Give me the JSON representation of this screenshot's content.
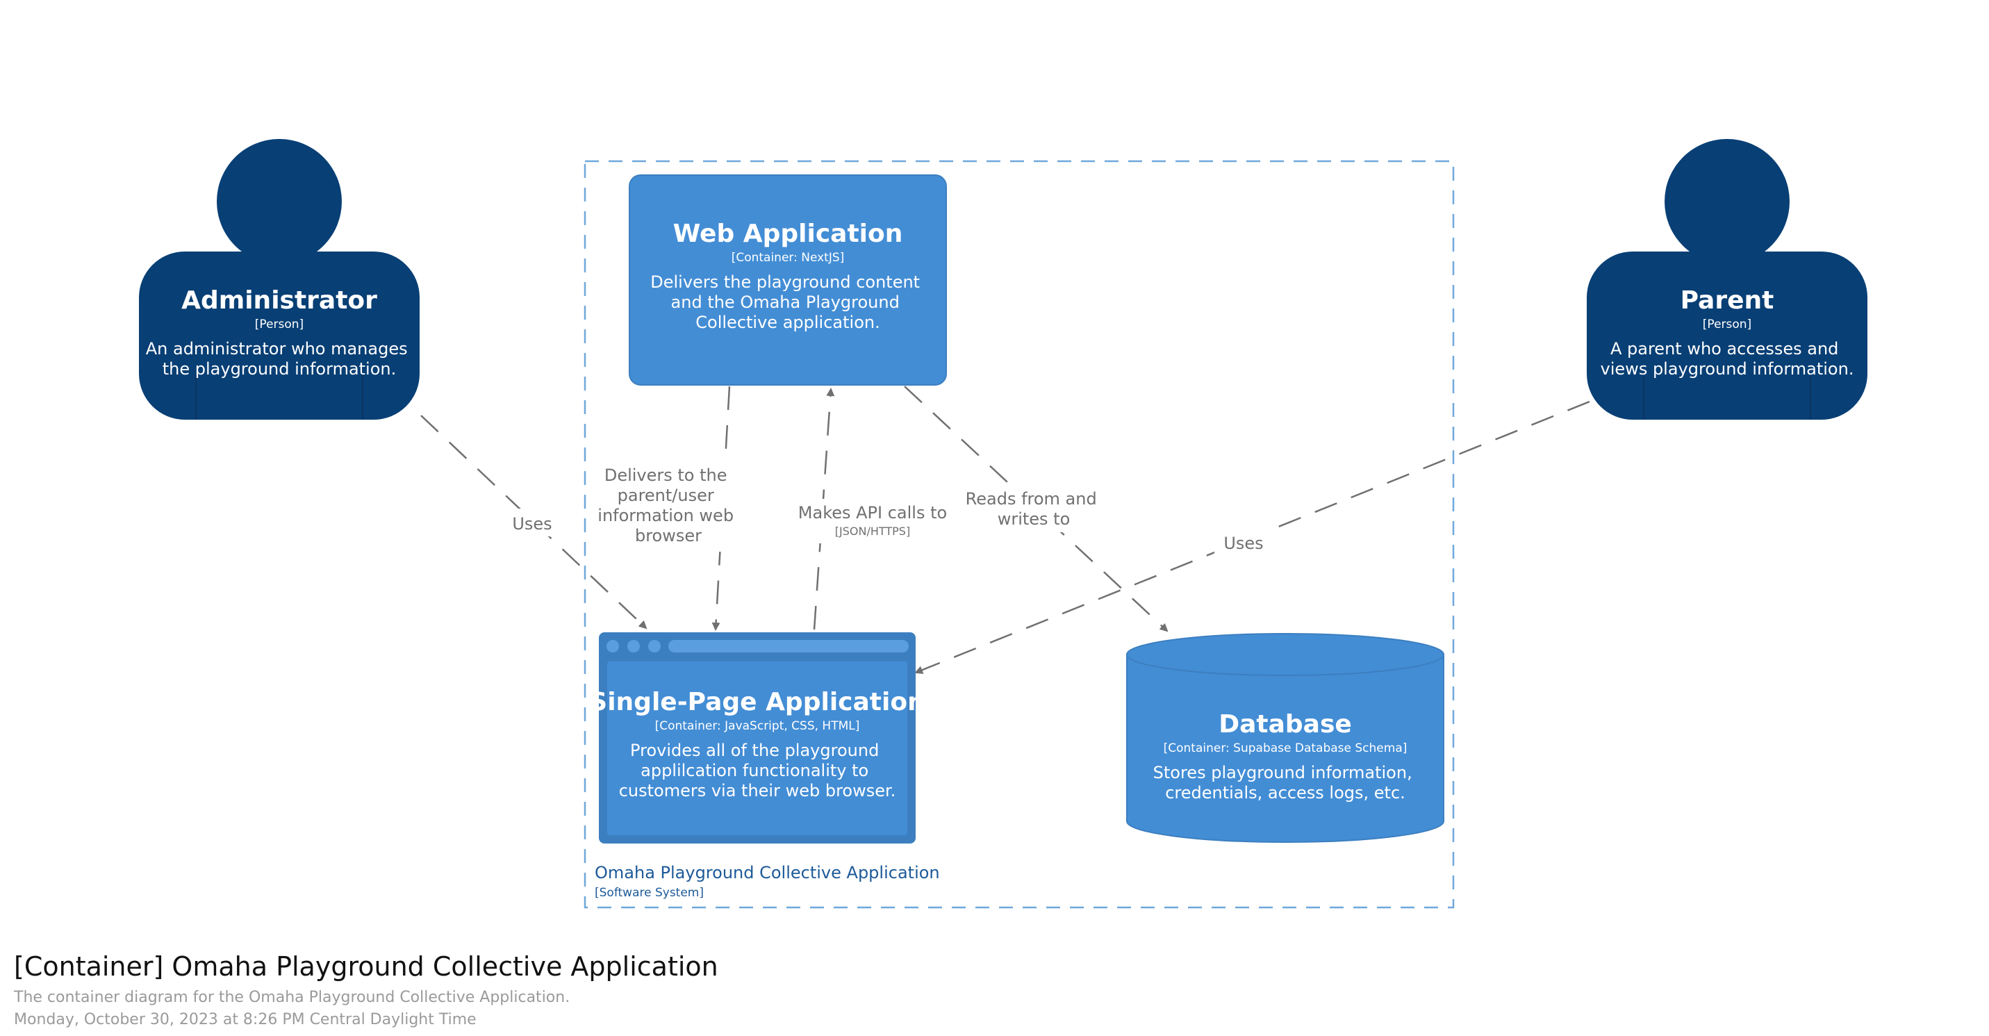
{
  "boundary": {
    "name": "Omaha Playground Collective Application",
    "type": "[Software System]"
  },
  "persons": {
    "administrator": {
      "name": "Administrator",
      "type": "[Person]",
      "desc": [
        "An administrator who manages",
        "the playground information."
      ]
    },
    "parent": {
      "name": "Parent",
      "type": "[Person]",
      "desc": [
        "A parent who accesses and",
        "views playground information."
      ]
    }
  },
  "containers": {
    "web_app": {
      "name": "Web Application",
      "type": "[Container: NextJS]",
      "desc": [
        "Delivers the playground content",
        "and the Omaha Playground",
        "Collective application."
      ]
    },
    "spa": {
      "name": "Single-Page Application",
      "type": "[Container: JavaScript, CSS, HTML]",
      "desc": [
        "Provides all of the playground",
        "applilcation functionality to",
        "customers via their web browser."
      ]
    },
    "database": {
      "name": "Database",
      "type": "[Container: Supabase Database Schema]",
      "desc": [
        "Stores playground information,",
        "credentials, access logs, etc."
      ]
    }
  },
  "relationships": {
    "admin_uses": {
      "label": [
        "Uses"
      ]
    },
    "parent_uses": {
      "label": [
        "Uses"
      ]
    },
    "web_delivers": {
      "label": [
        "Delivers to the",
        "parent/user",
        "information web",
        "browser"
      ]
    },
    "spa_api": {
      "label": [
        "Makes API calls to"
      ],
      "tech": "[JSON/HTTPS]"
    },
    "web_db": {
      "label": [
        "Reads from and",
        "writes to"
      ]
    }
  },
  "footer": {
    "title": "[Container] Omaha Playground Collective Application",
    "subtitle": "The container diagram for the Omaha Playground Collective Application.",
    "date": "Monday, October 30, 2023 at 8:26 PM Central Daylight Time"
  },
  "colors": {
    "person": "#083f75",
    "container": "#438dd5",
    "container_border": "#3c7fc0",
    "boundary": "#6fa8dc",
    "boundary_text": "#1d5a99",
    "arrow": "#707070",
    "label": "#707070",
    "white": "#ffffff"
  }
}
